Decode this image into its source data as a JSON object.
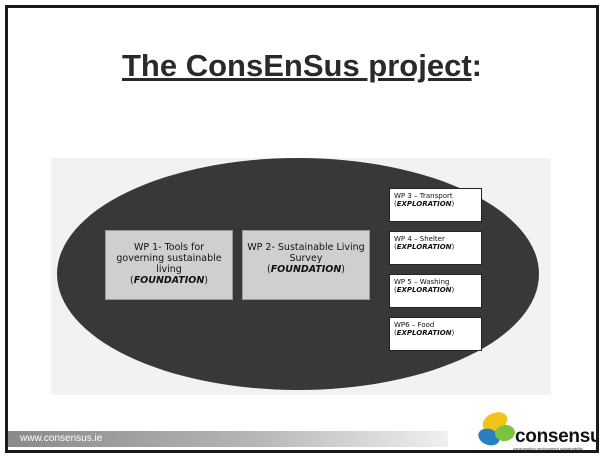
{
  "slide": {
    "title_main": "The ConsEnSus project",
    "title_suffix": ":"
  },
  "diagram": {
    "wp1": {
      "line1": "WP 1- Tools for",
      "line2": "governing sustainable",
      "line3": "living",
      "phase": "FOUNDATION"
    },
    "wp2": {
      "line1": "WP 2- Sustainable Living",
      "line2": "Survey",
      "phase": "FOUNDATION"
    },
    "wp3": {
      "label": "WP 3 – Transport",
      "phase": "EXPLORATION"
    },
    "wp4": {
      "label": "WP 4 – Shelter",
      "phase": "EXPLORATION"
    },
    "wp5": {
      "label": "WP 5 – Washing",
      "phase": "EXPLORATION"
    },
    "wp6": {
      "label": "WP6 – Food",
      "phase": "EXPLORATION"
    }
  },
  "footer": {
    "url": "www.consensus.ie"
  },
  "logo": {
    "name": "consensus",
    "tagline": "consumption environment sustainability",
    "colors": {
      "yellow": "#f2c419",
      "blue": "#2a7fc0",
      "green": "#7cc242"
    }
  }
}
